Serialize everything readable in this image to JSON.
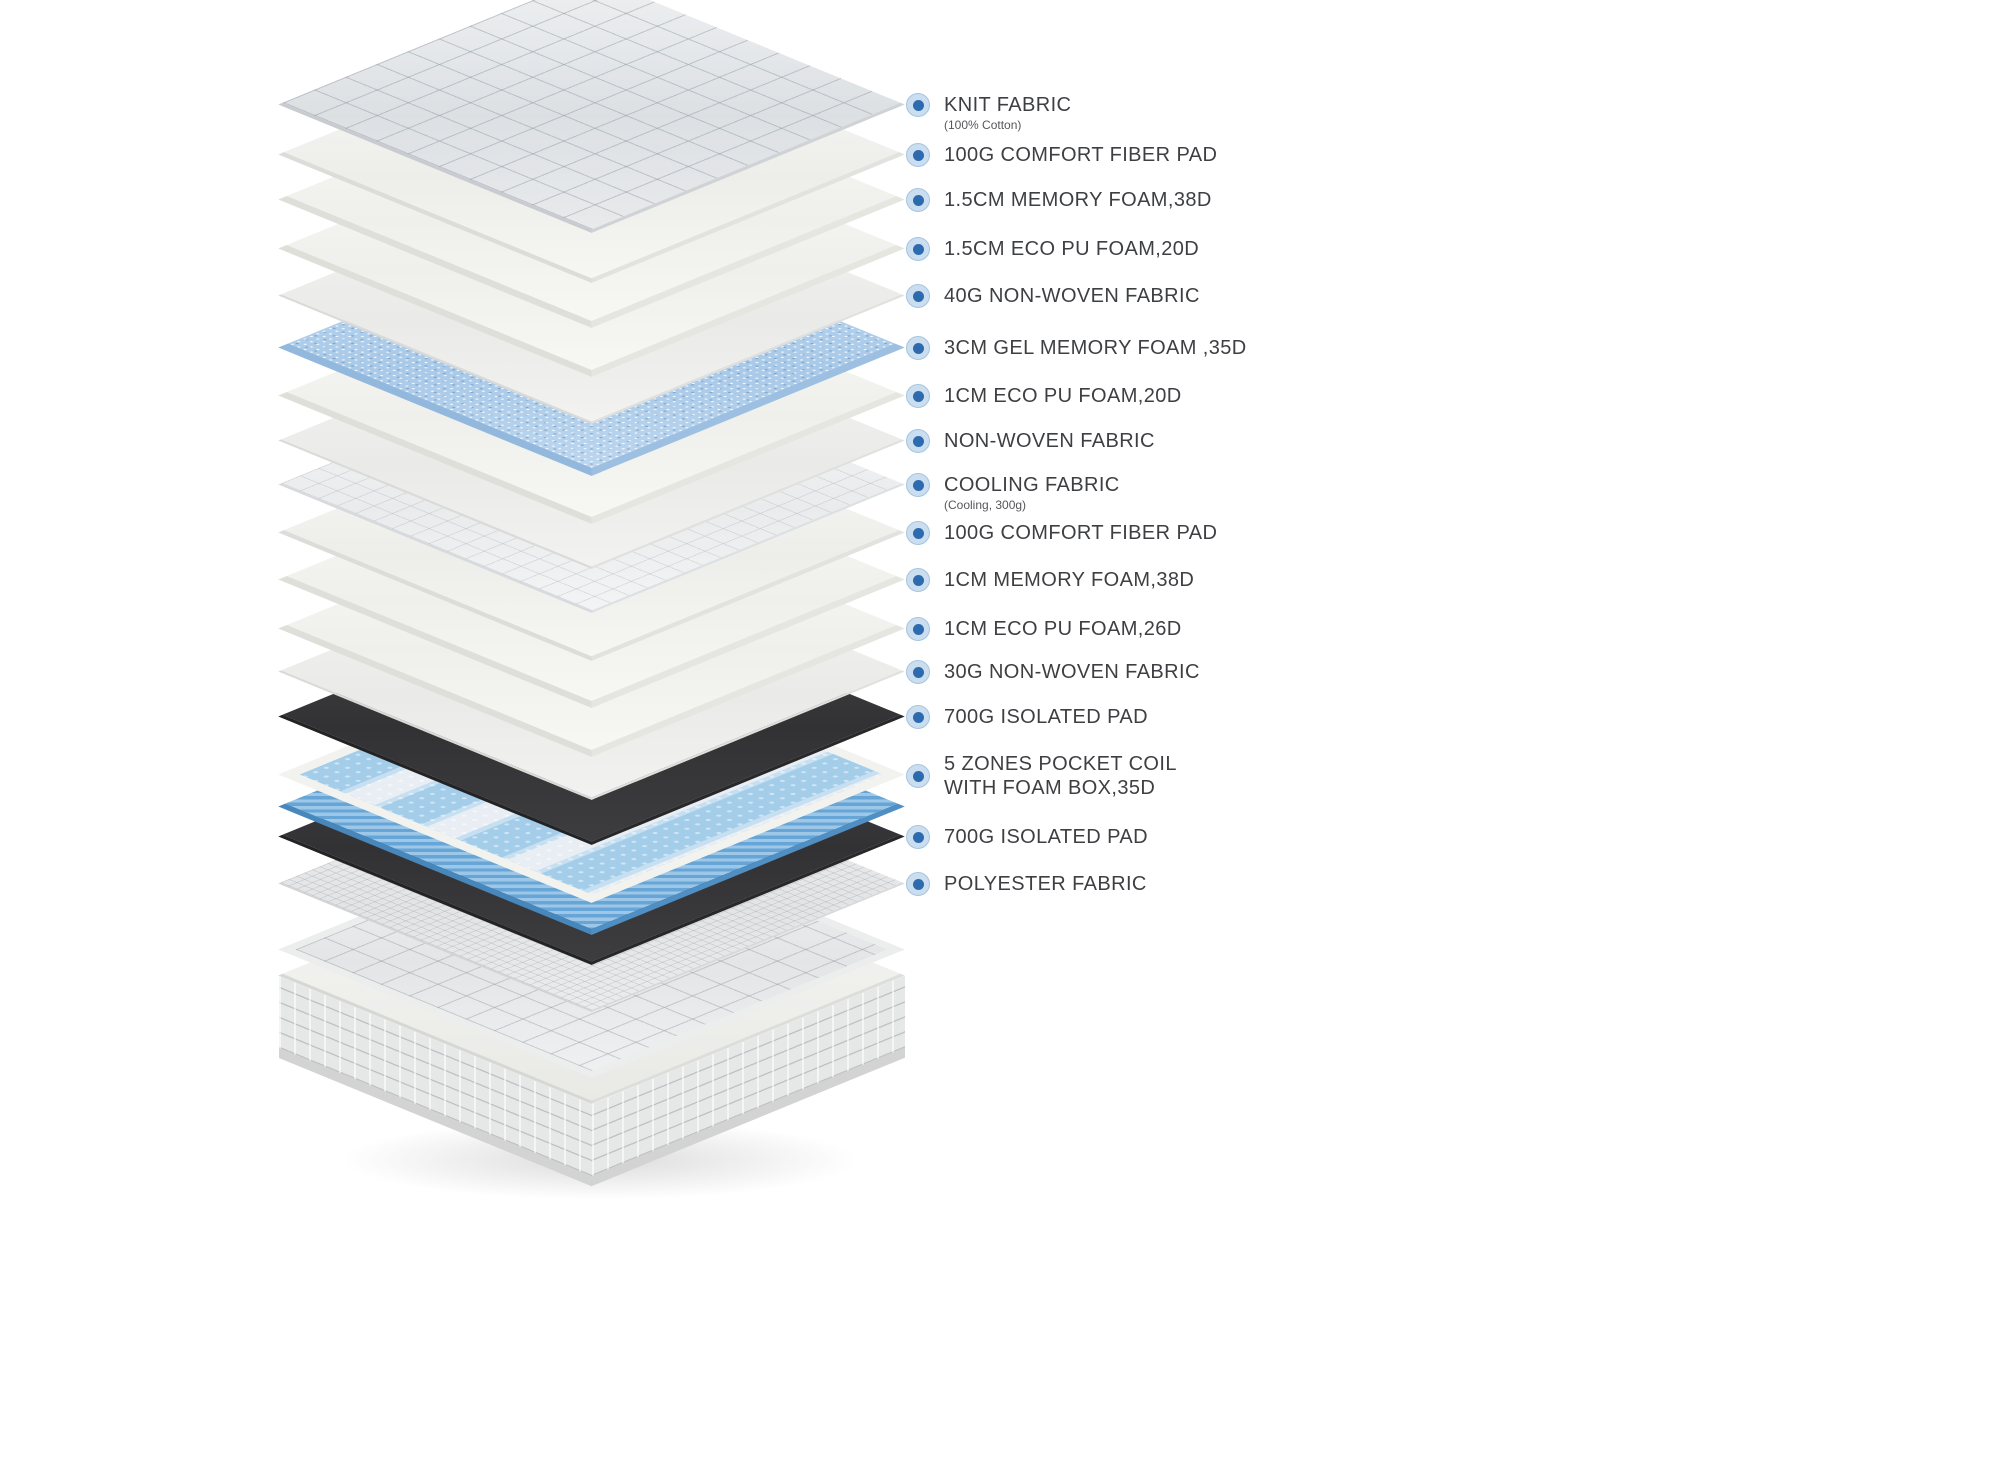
{
  "diagram": {
    "type": "mattress-layer-exploded-view"
  },
  "colors": {
    "bullet_outer": "#cadeef",
    "bullet_inner": "#2e6aae",
    "label_text": "#3e3f42",
    "gel_memory_foam_blue": "#a8c9e8",
    "pocket_coil_blue": "#66a5d6",
    "isolated_pad_dark": "#3a3a3c",
    "foam_white": "#f7f7f4"
  },
  "icons": {
    "layer_bullet": "concentric-circle-dot"
  },
  "layers": [
    {
      "label": "KNIT FABRIC",
      "sublabel": "(100% Cotton)"
    },
    {
      "label": "100G COMFORT FIBER PAD"
    },
    {
      "label": "1.5CM MEMORY FOAM,38D"
    },
    {
      "label": "1.5CM ECO PU FOAM,20D"
    },
    {
      "label": "40G NON-WOVEN FABRIC"
    },
    {
      "label": "3CM GEL MEMORY FOAM ,35D"
    },
    {
      "label": "1CM ECO PU FOAM,20D"
    },
    {
      "label": "NON-WOVEN FABRIC"
    },
    {
      "label": "COOLING FABRIC",
      "sublabel": "(Cooling, 300g)"
    },
    {
      "label": "100G COMFORT FIBER PAD"
    },
    {
      "label": "1CM MEMORY FOAM,38D"
    },
    {
      "label": "1CM ECO PU FOAM,26D"
    },
    {
      "label": "30G NON-WOVEN FABRIC"
    },
    {
      "label": "700G ISOLATED PAD"
    },
    {
      "label": "5 ZONES POCKET COIL\nWITH FOAM BOX,35D"
    },
    {
      "label": "700G ISOLATED PAD"
    },
    {
      "label": "POLYESTER FABRIC"
    }
  ]
}
